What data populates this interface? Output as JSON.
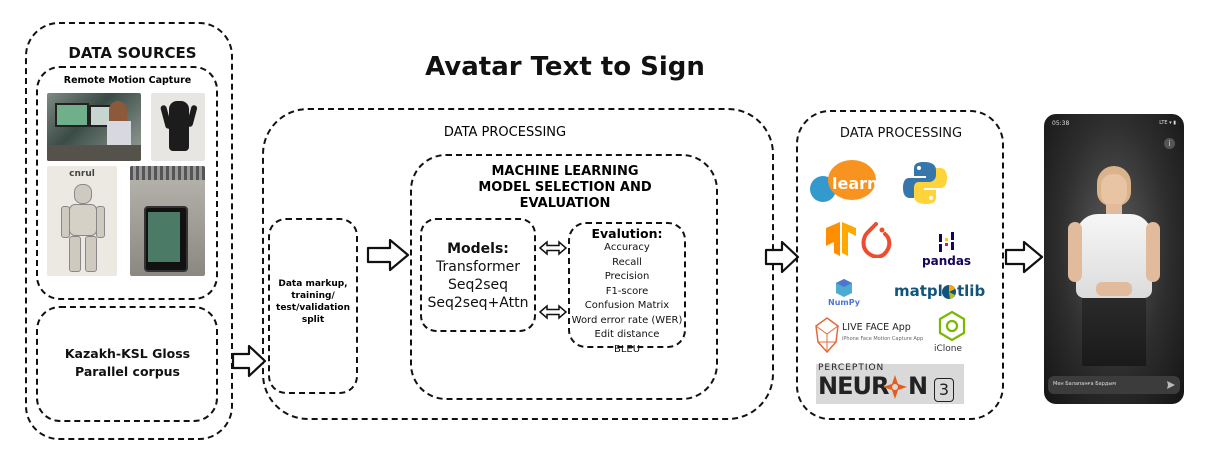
{
  "title": "Avatar Text to Sign",
  "data_sources": {
    "title": "DATA SOURCES",
    "motion_capture_label": "Remote Motion Capture",
    "robot_label": "cnrul",
    "corpus_label_line1": "Kazakh-KSL Gloss",
    "corpus_label_line2": "Parallel corpus"
  },
  "data_processing_1": {
    "title": "DATA PROCESSING",
    "split_box": [
      "Data markup,",
      "training/",
      "test/validation",
      "split"
    ],
    "ml": {
      "title_line1": "MACHINE LEARNING",
      "title_line2": "MODEL SELECTION AND",
      "title_line3": "EVALUATION",
      "models_title": "Models:",
      "models": [
        "Transformer",
        "Seq2seq",
        "Seq2seq+Attn"
      ],
      "eval_title": "Evalution:",
      "eval_items": [
        "Accuracy",
        "Recall",
        "Precision",
        "F1-score",
        "Confusion Matrix",
        "Word error rate (WER)",
        "Edit distance",
        "BLEU"
      ]
    }
  },
  "data_processing_2": {
    "title": "DATA PROCESSING",
    "logos": {
      "sklearn": "learn",
      "pandas": "pandas",
      "numpy": "NumPy",
      "matplotlib": "matpl",
      "matplotlib_tail": "tlib",
      "live_face": "LIVE FACE App",
      "live_face_sub": "iPhone Face Motion Capture App",
      "iclone": "iClone",
      "perception": "PERCEPTION",
      "neuron_a": "NEUR",
      "neuron_b": "N",
      "neuron_num": "3"
    }
  },
  "phone": {
    "time": "05:38",
    "status": "LTE ▾ ▮",
    "input_text": "Мен Балапанға Бардым",
    "send_icon": "send-icon"
  },
  "colors": {
    "sklearn_orange": "#f7931e",
    "sklearn_blue": "#3499cd",
    "python_blue": "#3776ab",
    "python_yellow": "#ffd43b",
    "tf_orange": "#ff8f00",
    "pytorch_red": "#ee4c2c",
    "pandas_navy": "#150458",
    "numpy_blue": "#4dabcf",
    "matplotlib_navy": "#11557c",
    "iclone_green": "#7ab800"
  }
}
